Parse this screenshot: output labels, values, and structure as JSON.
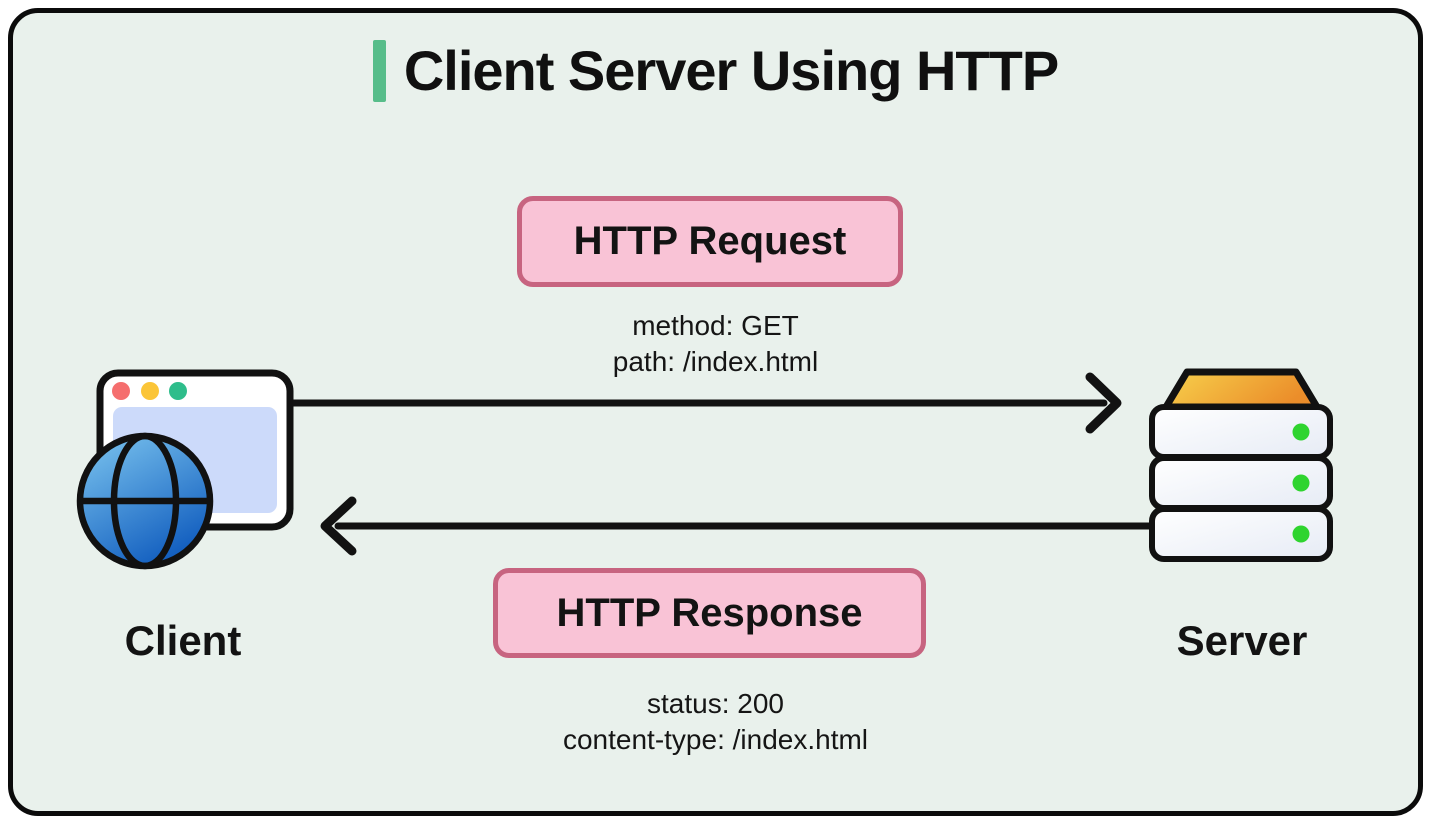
{
  "title": {
    "text": "Client Server Using HTTP"
  },
  "boxes": {
    "request": {
      "label": "HTTP Request"
    },
    "response": {
      "label": "HTTP Response"
    }
  },
  "annotations": {
    "request_line1": "method: GET",
    "request_line2": "path: /index.html",
    "response_line1": "status: 200",
    "response_line2": "content-type: /index.html"
  },
  "nodes": {
    "client": {
      "label": "Client"
    },
    "server": {
      "label": "Server"
    }
  },
  "icons": {
    "client": "browser-window-with-globe-icon",
    "server": "server-stack-icon",
    "request_arrow": "arrow-right-icon",
    "response_arrow": "arrow-left-icon"
  },
  "colors": {
    "page-bg": "#ffffff",
    "canvas-bg": "#e9f1ec",
    "canvas-border": "#0b0b0b",
    "accent-green": "#57bd8a",
    "pink-fill": "#f9c3d6",
    "pink-border": "#c76480",
    "text-dark": "#121212",
    "arrow": "#121212",
    "dot-red": "#f56e6e",
    "dot-yellow": "#fbc538",
    "dot-green": "#2ebd8b",
    "window-content": "#ccdafa",
    "globe-light": "#7ec7f0",
    "globe-dark": "#1460c0",
    "server-top-light": "#f7d14c",
    "server-top-dark": "#eb8d2a",
    "slab-light": "#ffffff",
    "slab-dark": "#e6ebf5",
    "led-green": "#2fd42f"
  }
}
